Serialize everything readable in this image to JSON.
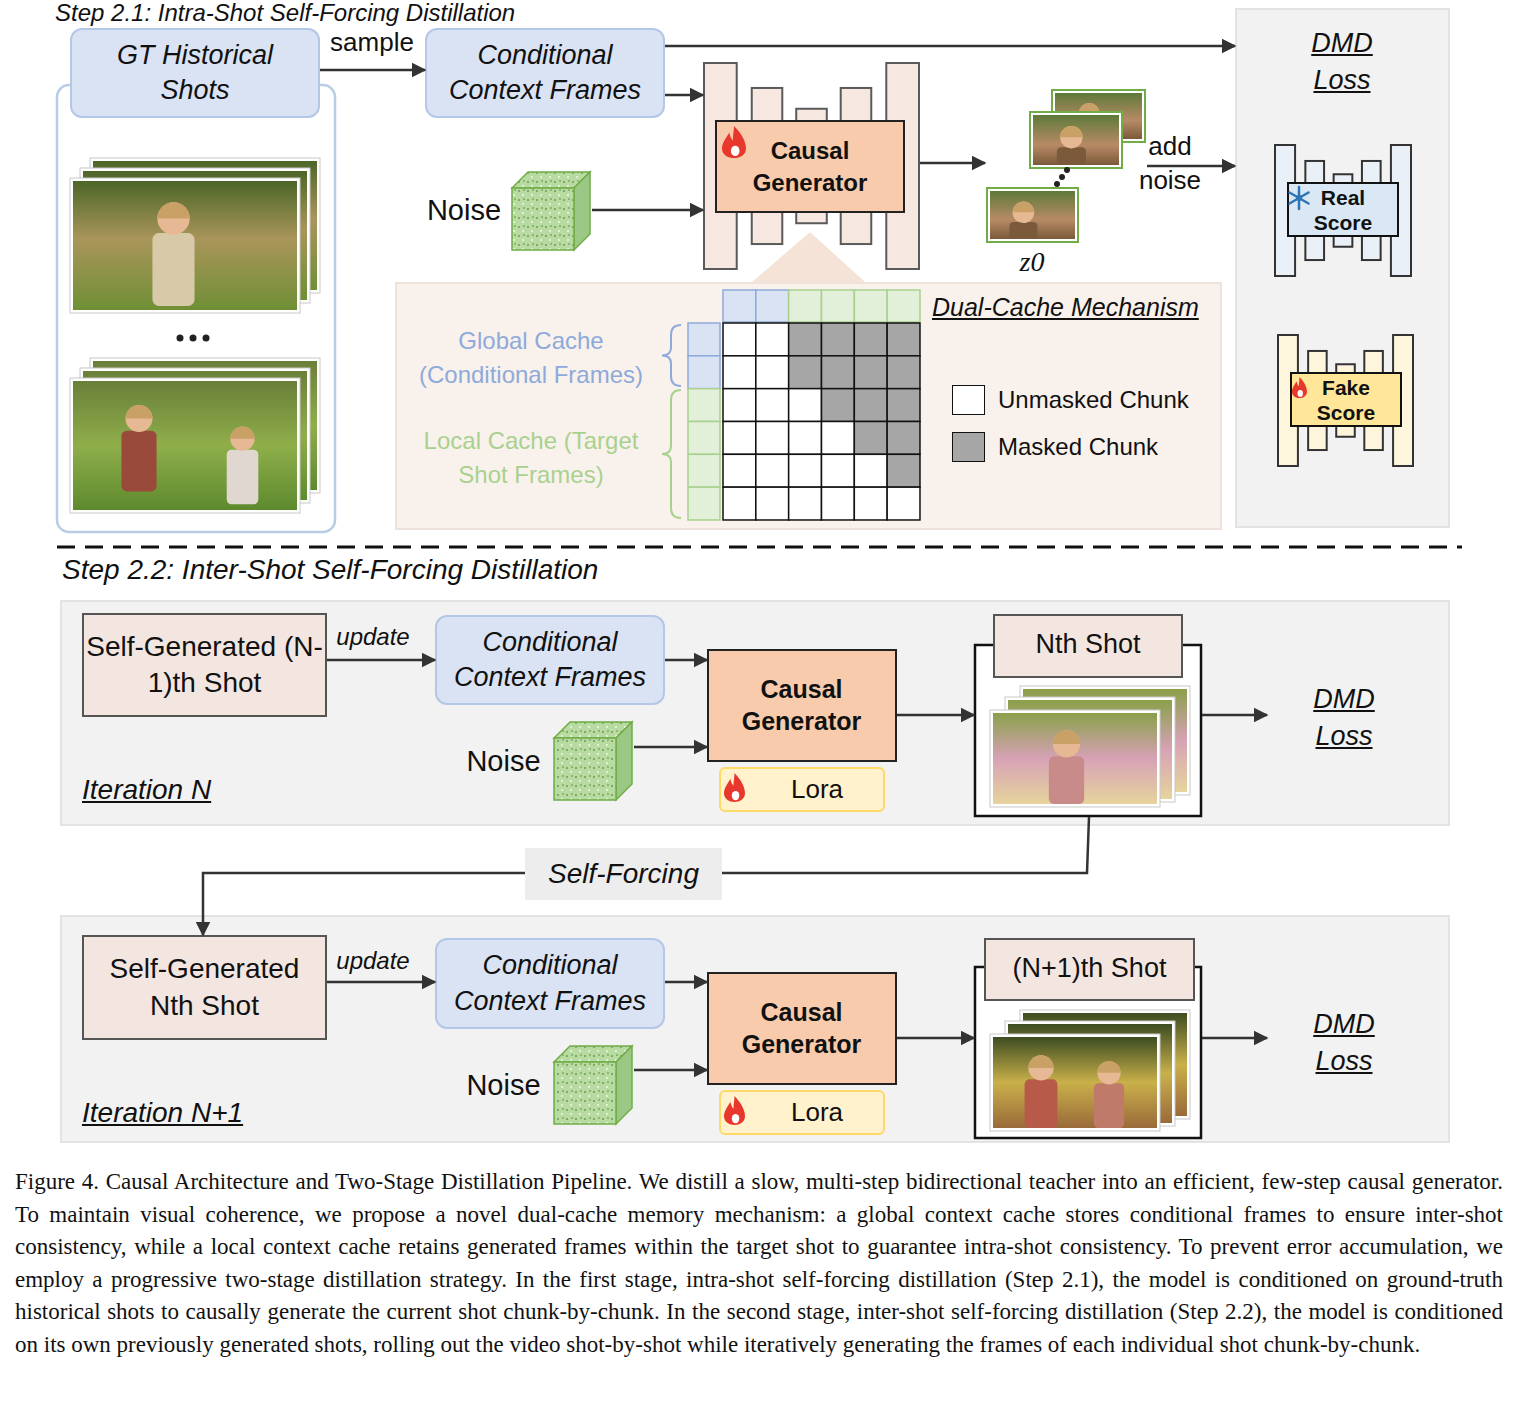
{
  "diagram": {
    "caption": "Figure 4. Causal Architecture and Two-Stage Distillation Pipeline. We distill a slow, multi-step bidirectional teacher into an efficient, few-step causal generator. To maintain visual coherence, we propose a novel dual-cache memory mechanism: a global context cache stores conditional frames to ensure inter-shot consistency, while a local context cache retains generated frames within the target shot to guarantee intra-shot consistency. To prevent error accumulation, we employ a progressive two-stage distillation strategy. In the first stage, intra-shot self-forcing distillation (Step 2.1), the model is conditioned on ground-truth historical shots to causally generate the current shot chunk-by-chunk. In the second stage, inter-shot self-forcing distillation (Step 2.2), the model is conditioned on its own previously generated shots, rolling out the video shot-by-shot while iteratively generating the frames of each individual shot chunk-by-chunk.",
    "nodes": [
      {
        "text": [
          "GT Historical Shots"
        ]
      },
      {
        "text": [
          "Conditional Context Frames"
        ]
      },
      {
        "text": [
          "Causal Generator"
        ]
      },
      {
        "text": [
          "Noise"
        ]
      },
      {
        "text": [
          "z0"
        ]
      },
      {
        "text": [
          "DMD Loss"
        ]
      },
      {
        "text": [
          "Real Score"
        ],
        "in": 5
      },
      {
        "text": [
          "Fake Score"
        ],
        "in": 5
      },
      {
        "text": [
          "Dual-Cache Mechanism",
          "Global Cache (Conditional Frames)",
          "Local Cache (Target Shot Frames)"
        ]
      },
      {
        "text": [
          "Iteration N"
        ]
      },
      {
        "text": [
          "Self-Generated (N-1)th Shot"
        ],
        "in": 9
      },
      {
        "text": [
          "Conditional Context Frames"
        ],
        "in": 9
      },
      {
        "text": [
          "Causal Generator"
        ],
        "in": 9
      },
      {
        "text": [
          "Noise"
        ],
        "in": 9
      },
      {
        "text": [
          "Lora"
        ],
        "in": 9
      },
      {
        "text": [
          "Nth Shot"
        ],
        "in": 9
      },
      {
        "text": [
          "DMD Loss"
        ],
        "in": 9
      },
      {
        "text": [
          "Iteration N+1"
        ]
      },
      {
        "text": [
          "Self-Generated Nth Shot"
        ],
        "in": 17
      },
      {
        "text": [
          "Conditional Context Frames"
        ],
        "in": 17
      },
      {
        "text": [
          "Causal Generator"
        ],
        "in": 17
      },
      {
        "text": [
          "Noise"
        ],
        "in": 17
      },
      {
        "text": [
          "Lora"
        ],
        "in": 17
      },
      {
        "text": [
          "(N+1)th Shot"
        ],
        "in": 17
      },
      {
        "text": [
          "DMD Loss"
        ],
        "in": 17
      }
    ],
    "edges": [
      {
        "from": 0,
        "to": 1,
        "label": "sample",
        "arrow": "to"
      },
      {
        "from": 1,
        "to": 2,
        "arrow": "to"
      },
      {
        "from": 1,
        "to": 5,
        "arrow": "to"
      },
      {
        "from": 3,
        "to": 2,
        "arrow": "to"
      },
      {
        "from": 2,
        "to": 4,
        "arrow": "to"
      },
      {
        "from": 4,
        "to": 5,
        "label": "add noise",
        "arrow": "to"
      },
      {
        "from": 10,
        "to": 11,
        "label": "update",
        "arrow": "to"
      },
      {
        "from": 11,
        "to": 12,
        "arrow": "to"
      },
      {
        "from": 13,
        "to": 12,
        "arrow": "to"
      },
      {
        "from": 12,
        "to": 15,
        "arrow": "to"
      },
      {
        "from": 15,
        "to": 16,
        "arrow": "to"
      },
      {
        "from": 15,
        "to": 18,
        "label": "Self-Forcing",
        "arrow": "to"
      },
      {
        "from": 18,
        "to": 19,
        "label": "update",
        "arrow": "to"
      },
      {
        "from": 19,
        "to": 20,
        "arrow": "to"
      },
      {
        "from": 21,
        "to": 20,
        "arrow": "to"
      },
      {
        "from": 20,
        "to": 23,
        "arrow": "to"
      },
      {
        "from": 23,
        "to": 24,
        "arrow": "to"
      }
    ],
    "labels": [
      "Step 2.1: Intra-Shot Self-Forcing Distillation",
      "Step 2.2: Inter-Shot Self-Forcing Distillation"
    ],
    "legend": [
      {
        "text": "Unmasked Chunk",
        "color": "#ffffff"
      },
      {
        "text": "Masked Chunk",
        "color": "#a6a6a6"
      }
    ]
  }
}
